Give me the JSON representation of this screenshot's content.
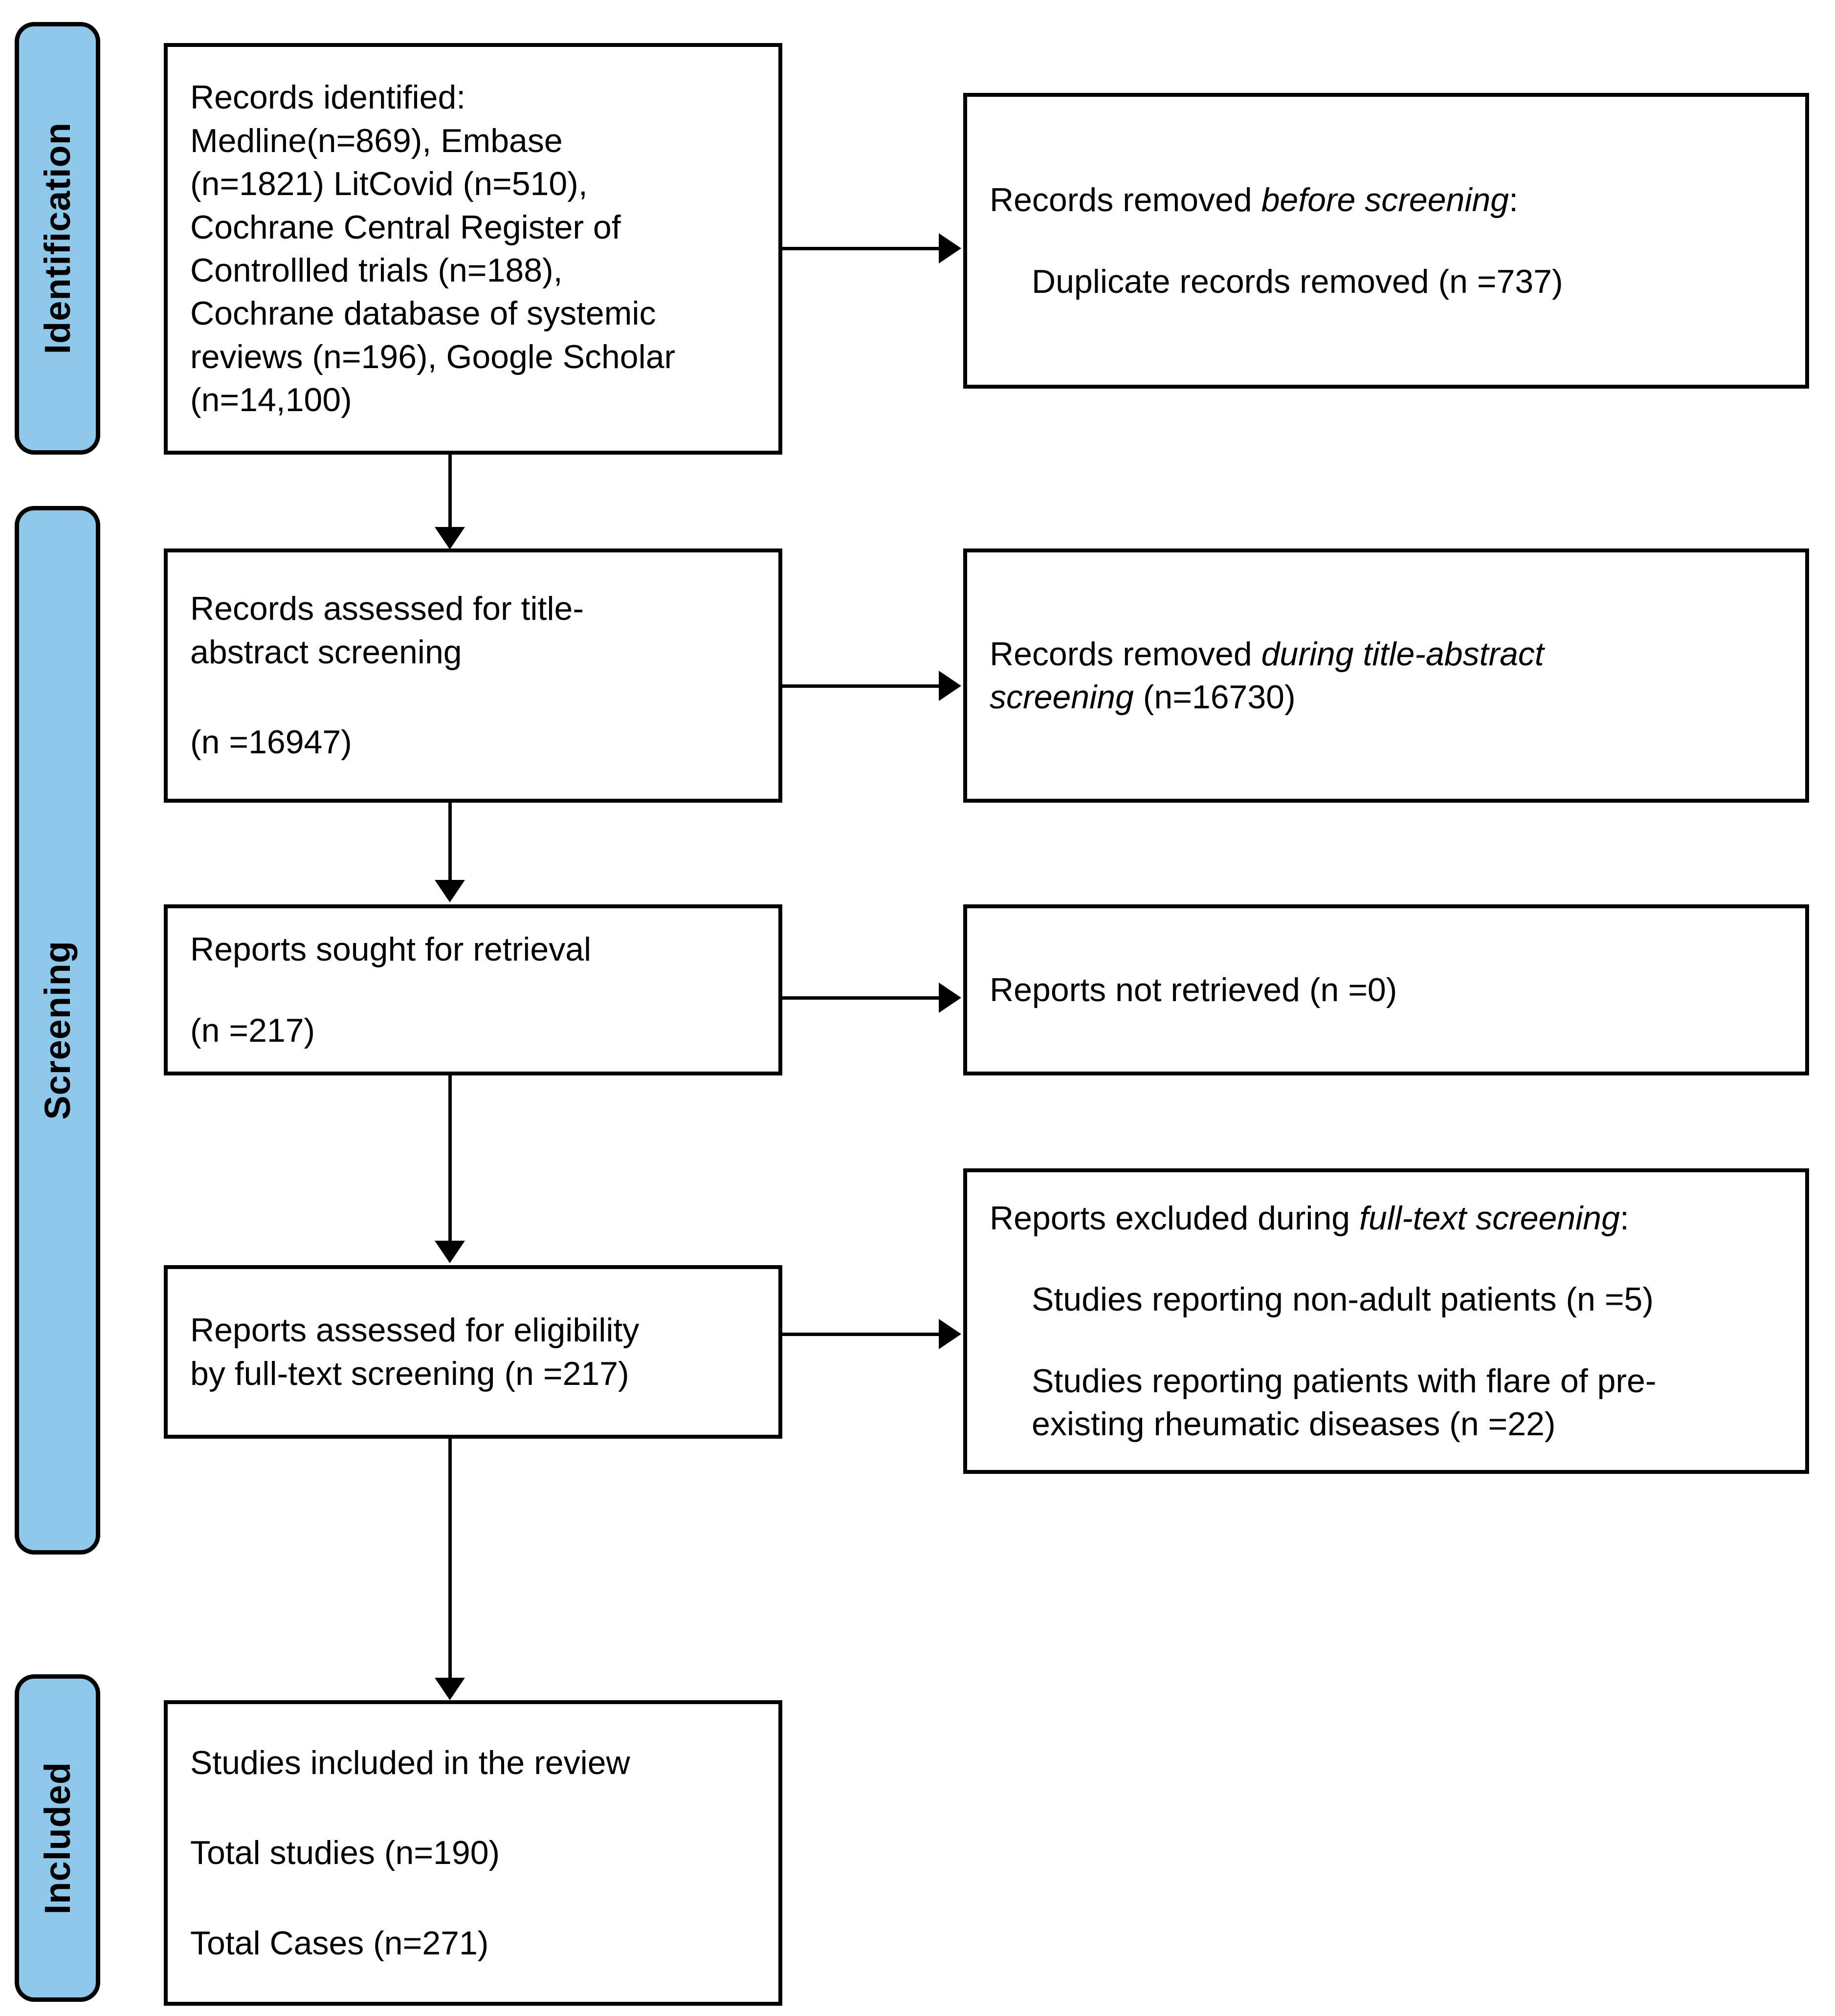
{
  "diagram": {
    "title": "PRISMA flow diagram",
    "accent_color": "#8DC7EA",
    "line_color": "#000000",
    "box_fill": "#FFFFFF"
  },
  "phases": {
    "identification": "Identification",
    "screening": "Screening",
    "included": "Included"
  },
  "boxes": {
    "records_identified": {
      "line1": "Records identified:",
      "line2": "Medline(n=869), Embase",
      "line3": "(n=1821) LitCovid (n=510),",
      "line4": "Cochrane Central Register of",
      "line5": "Controllled trials (n=188),",
      "line6": "Cochrane database of systemic",
      "line7": "reviews (n=196), Google Scholar",
      "line8": "(n=14,100)"
    },
    "records_removed_before": {
      "heading_plain": "Records removed ",
      "heading_italic": "before screening",
      "heading_colon": ":",
      "item1": "Duplicate records removed (n =737)"
    },
    "records_assessed_title_abstract": {
      "line1": "Records assessed for title-",
      "line2": "abstract screening",
      "line3": "(n =16947)"
    },
    "records_removed_during": {
      "plain1": "Records removed ",
      "italic1": "during title-abstract",
      "italic2": "screening",
      "plain2": " (n=16730)"
    },
    "reports_sought": {
      "line1": "Reports sought for retrieval",
      "line2": " (n =217)"
    },
    "reports_not_retrieved": {
      "line1": "Reports not retrieved (n =0)"
    },
    "reports_assessed_eligibility": {
      "line1": "Reports assessed for eligibility",
      "line2": "by full-text screening (n =217)"
    },
    "reports_excluded_full_text": {
      "heading_plain": "Reports excluded during ",
      "heading_italic": "full-text screening",
      "heading_colon": ":",
      "item1": "Studies reporting non-adult patients (n =5)",
      "item2_line1": "Studies reporting patients with flare of pre-",
      "item2_line2": "existing rheumatic diseases (n =22)"
    },
    "studies_included": {
      "line1": "Studies included in the review",
      "line2": "Total studies (n=190)",
      "line3": "Total Cases (n=271)"
    }
  },
  "chart_data": {
    "type": "diagram",
    "title": "PRISMA 2020 flow diagram for study selection",
    "nodes": [
      {
        "id": "records_identified",
        "phase": "Identification",
        "label": "Records identified",
        "counts": {
          "Medline": 869,
          "Embase": 1821,
          "LitCovid": 510,
          "Cochrane Central Register of Controllled trials": 188,
          "Cochrane database of systemic reviews": 196,
          "Google Scholar": 14100
        }
      },
      {
        "id": "records_removed_before",
        "phase": "Identification",
        "label": "Records removed before screening",
        "counts": {
          "Duplicate records removed": 737
        }
      },
      {
        "id": "records_assessed_title_abstract",
        "phase": "Screening",
        "label": "Records assessed for title-abstract screening",
        "n": 16947
      },
      {
        "id": "records_removed_during",
        "phase": "Screening",
        "label": "Records removed during title-abstract screening",
        "n": 16730
      },
      {
        "id": "reports_sought",
        "phase": "Screening",
        "label": "Reports sought for retrieval",
        "n": 217
      },
      {
        "id": "reports_not_retrieved",
        "phase": "Screening",
        "label": "Reports not retrieved",
        "n": 0
      },
      {
        "id": "reports_assessed_eligibility",
        "phase": "Screening",
        "label": "Reports assessed for eligibility by full-text screening",
        "n": 217
      },
      {
        "id": "reports_excluded_full_text",
        "phase": "Screening",
        "label": "Reports excluded during full-text screening",
        "counts": {
          "Studies reporting non-adult patients": 5,
          "Studies reporting patients with flare of pre-existing rheumatic diseases": 22
        }
      },
      {
        "id": "studies_included",
        "phase": "Included",
        "label": "Studies included in the review",
        "counts": {
          "Total studies": 190,
          "Total Cases": 271
        }
      }
    ],
    "edges": [
      {
        "from": "records_identified",
        "to": "records_removed_before",
        "direction": "right"
      },
      {
        "from": "records_identified",
        "to": "records_assessed_title_abstract",
        "direction": "down"
      },
      {
        "from": "records_assessed_title_abstract",
        "to": "records_removed_during",
        "direction": "right"
      },
      {
        "from": "records_assessed_title_abstract",
        "to": "reports_sought",
        "direction": "down"
      },
      {
        "from": "reports_sought",
        "to": "reports_not_retrieved",
        "direction": "right"
      },
      {
        "from": "reports_sought",
        "to": "reports_assessed_eligibility",
        "direction": "down"
      },
      {
        "from": "reports_assessed_eligibility",
        "to": "reports_excluded_full_text",
        "direction": "right"
      },
      {
        "from": "reports_assessed_eligibility",
        "to": "studies_included",
        "direction": "down"
      }
    ]
  }
}
